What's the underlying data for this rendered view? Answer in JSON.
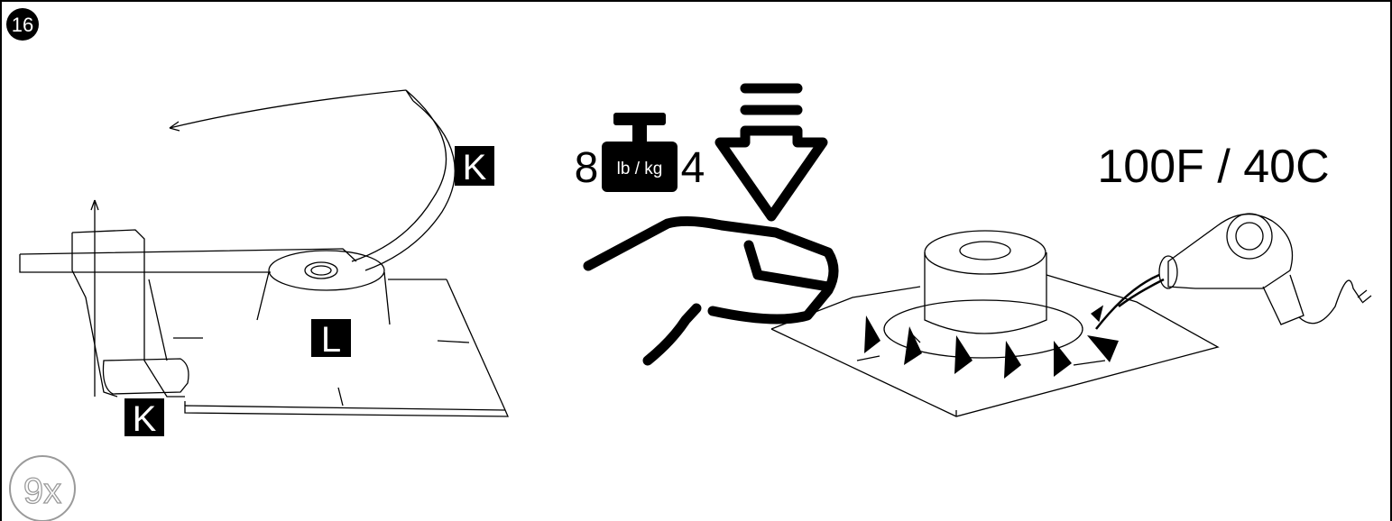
{
  "step": {
    "number": "16"
  },
  "parts": {
    "label_k": "K",
    "label_l": "L"
  },
  "weight": {
    "left_value": "8",
    "unit": "lb / kg",
    "right_value": "4"
  },
  "heat": {
    "temperature": "100F / 40C"
  },
  "repeat": {
    "count": "9x"
  }
}
